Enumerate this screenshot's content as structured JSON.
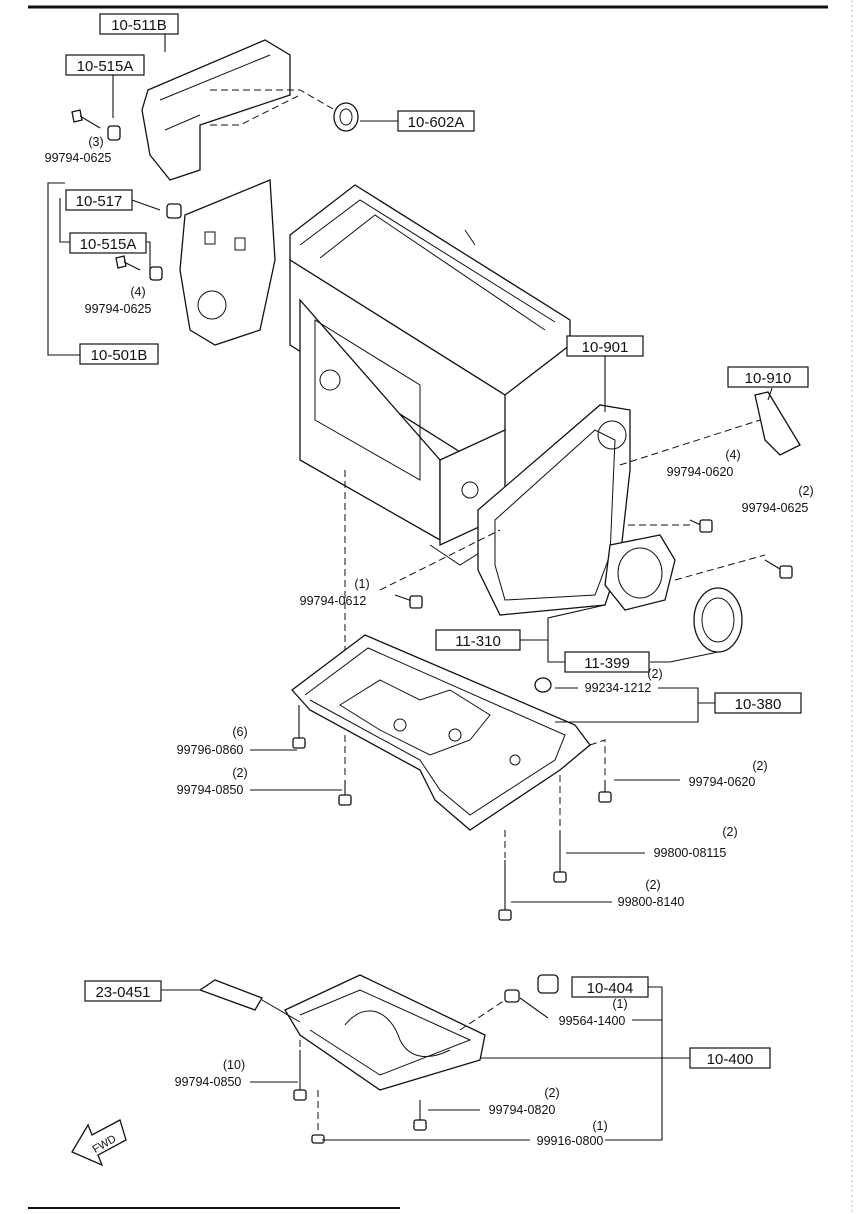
{
  "callouts": {
    "c10_511B": "10-511B",
    "c10_515A_top": "10-515A",
    "c10_602A": "10-602A",
    "c10_517": "10-517",
    "c10_515A_mid": "10-515A",
    "c10_501B": "10-501B",
    "c10_901": "10-901",
    "c10_910": "10-910",
    "c11_310": "11-310",
    "c11_399": "11-399",
    "c10_380": "10-380",
    "c23_0451": "23-0451",
    "c10_404": "10-404",
    "c10_400": "10-400"
  },
  "parts": [
    {
      "id": "p1",
      "number": "99794-0625",
      "qty": "(3)"
    },
    {
      "id": "p2",
      "number": "99794-0625",
      "qty": "(4)"
    },
    {
      "id": "p3",
      "number": "99794-0620",
      "qty": "(4)"
    },
    {
      "id": "p4",
      "number": "99794-0625",
      "qty": "(2)"
    },
    {
      "id": "p5",
      "number": "99794-0612",
      "qty": "(1)"
    },
    {
      "id": "p6",
      "number": "99234-1212",
      "qty": "(2)"
    },
    {
      "id": "p7",
      "number": "99796-0860",
      "qty": "(6)"
    },
    {
      "id": "p8",
      "number": "99794-0850",
      "qty": "(2)"
    },
    {
      "id": "p9",
      "number": "99794-0620",
      "qty": "(2)"
    },
    {
      "id": "p10",
      "number": "99800-08115",
      "qty": "(2)"
    },
    {
      "id": "p11",
      "number": "99800-8140",
      "qty": "(2)"
    },
    {
      "id": "p12",
      "number": "99564-1400",
      "qty": "(1)"
    },
    {
      "id": "p13",
      "number": "99794-0850",
      "qty": "(10)"
    },
    {
      "id": "p14",
      "number": "99794-0820",
      "qty": "(2)"
    },
    {
      "id": "p15",
      "number": "99916-0800",
      "qty": "(1)"
    }
  ],
  "fwd_label": "FWD",
  "icons": {
    "direction": "fwd-arrow-icon"
  }
}
